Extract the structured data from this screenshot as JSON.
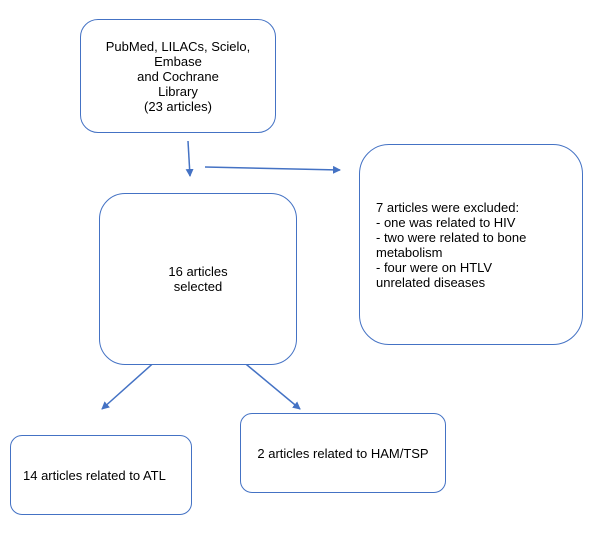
{
  "boxes": {
    "sources": {
      "text": "PubMed, LILACs, Scielo, Embase\nand Cochrane\nLibrary\n(23 articles)"
    },
    "excluded": {
      "text": "7 articles were excluded:\n  - one was related to HIV\n  - two were related to bone\nmetabolism\n - four were on HTLV\nunrelated diseases"
    },
    "selected": {
      "text": "16 articles\nselected"
    },
    "atl": {
      "text": "14 articles related to ATL"
    },
    "ham_tsp": {
      "text": "2 articles related to HAM/TSP"
    }
  },
  "colors": {
    "border": "#4472C4",
    "arrow": "#4472C4",
    "text": "#000000",
    "background": "#ffffff"
  }
}
